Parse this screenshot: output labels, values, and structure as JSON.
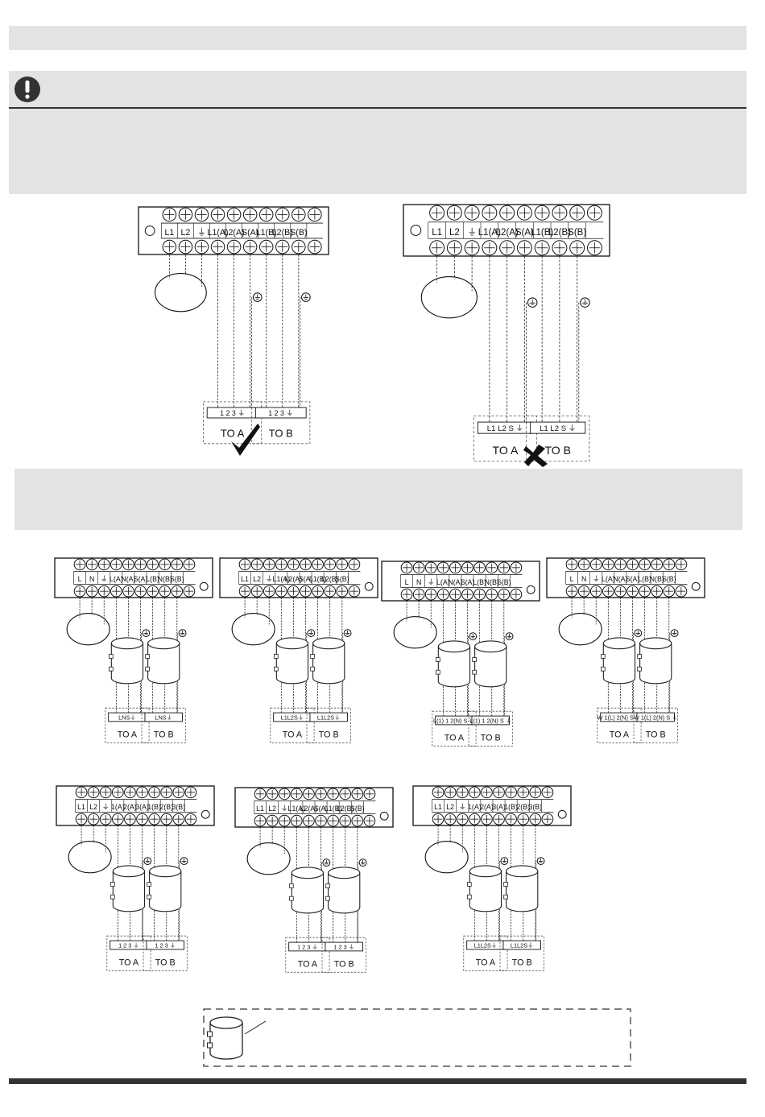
{
  "warning_icon": "exclamation-circle-icon",
  "check_icon": "check-mark-icon",
  "cross_icon": "cross-mark-icon",
  "colors": {
    "band": "#e3e3e3",
    "icon": "#333333",
    "line": "#222222",
    "dash": "#555555"
  },
  "top_correct": {
    "strip": [
      "L1",
      "L2",
      "⏚",
      "L1(A)",
      "L2(A)",
      "S(A)",
      "L1(B)",
      "L2(B)",
      "S(B)"
    ],
    "unitA": {
      "terminals": [
        "1",
        "2",
        "3",
        "⏚"
      ],
      "label": "TO   A"
    },
    "unitB": {
      "terminals": [
        "1",
        "2",
        "3",
        "⏚"
      ],
      "label": "TO   B"
    }
  },
  "top_wrong": {
    "strip": [
      "L1",
      "L2",
      "⏚",
      "L1(A)",
      "L2(A)",
      "S(A)",
      "L1(B)",
      "L2(B)",
      "S(B)"
    ],
    "unitA": {
      "terminals": [
        "L1",
        "L2",
        "S",
        "⏚"
      ],
      "label": "TO   A"
    },
    "unitB": {
      "terminals": [
        "L1",
        "L2",
        "S",
        "⏚"
      ],
      "label": "TO   B"
    }
  },
  "variants": [
    {
      "strip": [
        "L",
        "N",
        "⏚",
        "L(A)",
        "N(A)",
        "S(A)",
        "L(B)",
        "N(B)",
        "S(B)"
      ],
      "a": "LNS⏚",
      "b": "LNS⏚",
      "la": "TO   A",
      "lb": "TO   B"
    },
    {
      "strip": [
        "L1",
        "L2",
        "⏚",
        "L1(A)",
        "L2(A)",
        "S(A)",
        "L1(B)",
        "L2(B)",
        "S(B)"
      ],
      "a": "L1L2S⏚",
      "b": "L1L2S⏚",
      "la": "TO   A",
      "lb": "TO   B"
    },
    {
      "strip": [
        "L",
        "N",
        "⏚",
        "L(A)",
        "N(A)",
        "S(A)",
        "L(B)",
        "N(B)",
        "S(B)"
      ],
      "a": "L(1) 1 2(N) S ⏚",
      "b": "L(1) 1 2(N) S ⏚",
      "la": "TO   A",
      "lb": "TO   B"
    },
    {
      "strip": [
        "L",
        "N",
        "⏚",
        "L(A)",
        "N(A)",
        "S(A)",
        "L(B)",
        "N(B)",
        "S(B)"
      ],
      "a": "W 1(L) 2(N) S ⏚",
      "b": "W 1(L) 2(N) S ⏚",
      "la": "TO   A",
      "lb": "TO   B"
    },
    {
      "strip": [
        "L1",
        "L2",
        "⏚",
        "1(A)",
        "2(A)",
        "3(A)",
        "1(B)",
        "2(B)",
        "3(B)"
      ],
      "a": "1 2 3 ⏚",
      "b": "1 2 3 ⏚",
      "la": "TO   A",
      "lb": "TO   B"
    },
    {
      "strip": [
        "L1",
        "L2",
        "⏚",
        "L1(A)",
        "L2(A)",
        "S(A)",
        "L1(B)",
        "L2(B)",
        "S(B)"
      ],
      "a": "1 2 3 ⏚",
      "b": "1 2 3 ⏚",
      "la": "TO   A",
      "lb": "TO   B"
    },
    {
      "strip": [
        "L1",
        "L2",
        "⏚",
        "1(A)",
        "2(A)",
        "3(A)",
        "1(B)",
        "2(B)",
        "3(B)"
      ],
      "a": "L1L2S⏚",
      "b": "L1L2S⏚",
      "la": "TO   A",
      "lb": "TO   B"
    }
  ]
}
